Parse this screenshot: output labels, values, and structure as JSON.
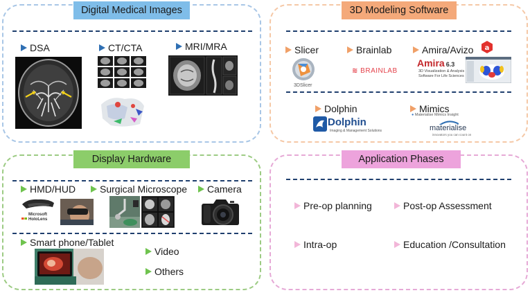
{
  "colors": {
    "blue_border": "#a8c6e6",
    "blue_fill": "#7fbde9",
    "orange_border": "#f5c8a6",
    "orange_fill": "#f4a97a",
    "green_border": "#9ccb83",
    "green_fill": "#8ccd6a",
    "pink_border": "#e6a9d6",
    "pink_fill": "#eda3dc",
    "separator": "#1f3f6e"
  },
  "panels": {
    "images": {
      "title": "Digital Medical Images",
      "items": [
        "DSA",
        "CT/CTA",
        "MRI/MRA"
      ]
    },
    "software": {
      "title": "3D Modeling Software",
      "items": [
        "Slicer",
        "Brainlab",
        "Amira/Avizo",
        "Dolphin",
        "Mimics"
      ],
      "logos": {
        "slicer": "3DSlicer",
        "brainlab": "BRAINLAB",
        "amira": "Amira",
        "amira_version": "6.3",
        "amira_tagline1": "3D Visualization & Analysis",
        "amira_tagline2": "Software For Life Sciences",
        "dolphin": "Dolphin",
        "dolphin_tagline": "Imaging & Management Solutions",
        "mimics_tagline": "Materialise Mimics Insight",
        "materialise": "materialise",
        "materialise_tagline": "innovators you can count on"
      }
    },
    "hardware": {
      "title": "Display Hardware",
      "items": [
        "HMD/HUD",
        "Surgical Microscope",
        "Camera",
        "Smart phone/Tablet",
        "Video",
        "Others"
      ],
      "hololens_line1": "Microsoft",
      "hololens_line2": "HoloLens"
    },
    "phases": {
      "title": "Application Phases",
      "items": [
        "Pre-op planning",
        "Post-op Assessment",
        "Intra-op",
        "Education /Consultation"
      ]
    }
  }
}
